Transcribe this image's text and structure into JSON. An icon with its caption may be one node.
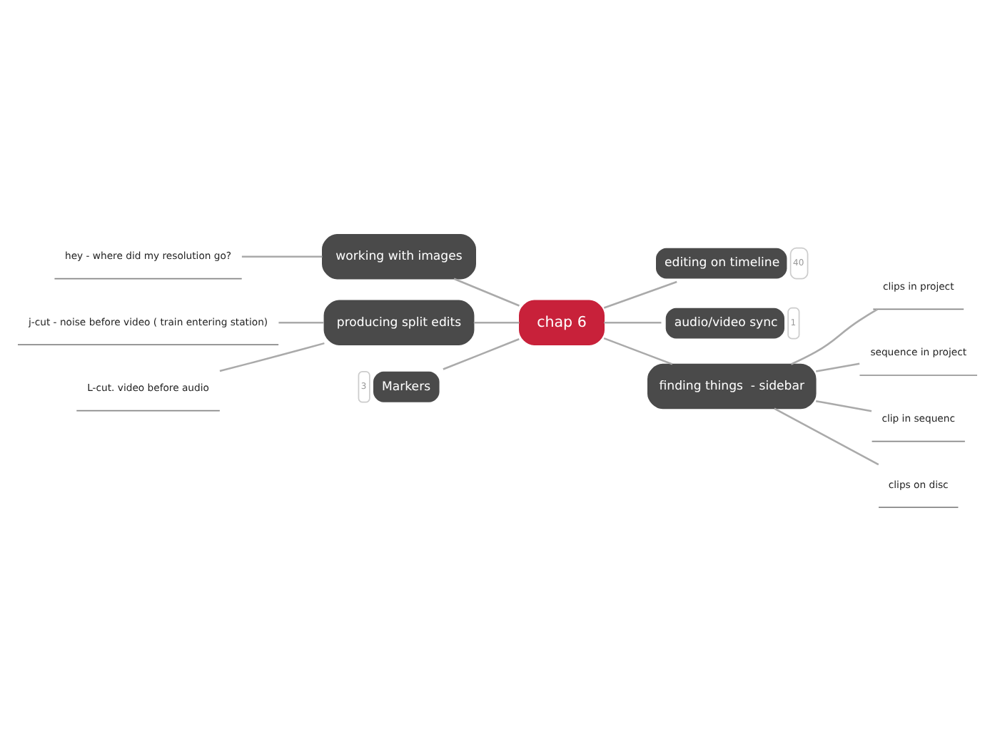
{
  "diagram": {
    "nodes": [
      {
        "text": [
          "chap 6"
        ]
      },
      {
        "text": [
          "editing on timeline"
        ],
        "beside": [
          "40"
        ]
      },
      {
        "text": [
          "audio/video sync"
        ],
        "beside": [
          "1"
        ]
      },
      {
        "text": [
          "working with images"
        ]
      },
      {
        "text": [
          "hey - where did my resolution go?"
        ]
      },
      {
        "text": [
          "producing split edits"
        ]
      },
      {
        "text": [
          "j-cut - noise before video ( train entering station)"
        ]
      },
      {
        "text": [
          "L-cut. video before audio"
        ]
      },
      {
        "text": [
          "Markers"
        ],
        "beside": [
          "3"
        ]
      },
      {
        "text": [
          "finding things  - sidebar"
        ]
      },
      {
        "text": [
          "clips in project"
        ]
      },
      {
        "text": [
          "sequence in project"
        ]
      },
      {
        "text": [
          "clip in sequenc"
        ]
      },
      {
        "text": [
          "clips on disc"
        ]
      }
    ],
    "edges": [
      {
        "from": 0,
        "to": 1,
        "arrow": "none"
      },
      {
        "from": 0,
        "to": 2,
        "arrow": "none"
      },
      {
        "from": 0,
        "to": 3,
        "arrow": "none"
      },
      {
        "from": 3,
        "to": 4,
        "arrow": "none"
      },
      {
        "from": 0,
        "to": 5,
        "arrow": "none"
      },
      {
        "from": 5,
        "to": 6,
        "arrow": "none"
      },
      {
        "from": 5,
        "to": 7,
        "arrow": "none"
      },
      {
        "from": 0,
        "to": 8,
        "arrow": "none"
      },
      {
        "from": 0,
        "to": 9,
        "arrow": "none"
      },
      {
        "from": 9,
        "to": 10,
        "arrow": "none"
      },
      {
        "from": 9,
        "to": 11,
        "arrow": "none"
      },
      {
        "from": 9,
        "to": 12,
        "arrow": "none"
      },
      {
        "from": 9,
        "to": 13,
        "arrow": "none"
      }
    ]
  }
}
